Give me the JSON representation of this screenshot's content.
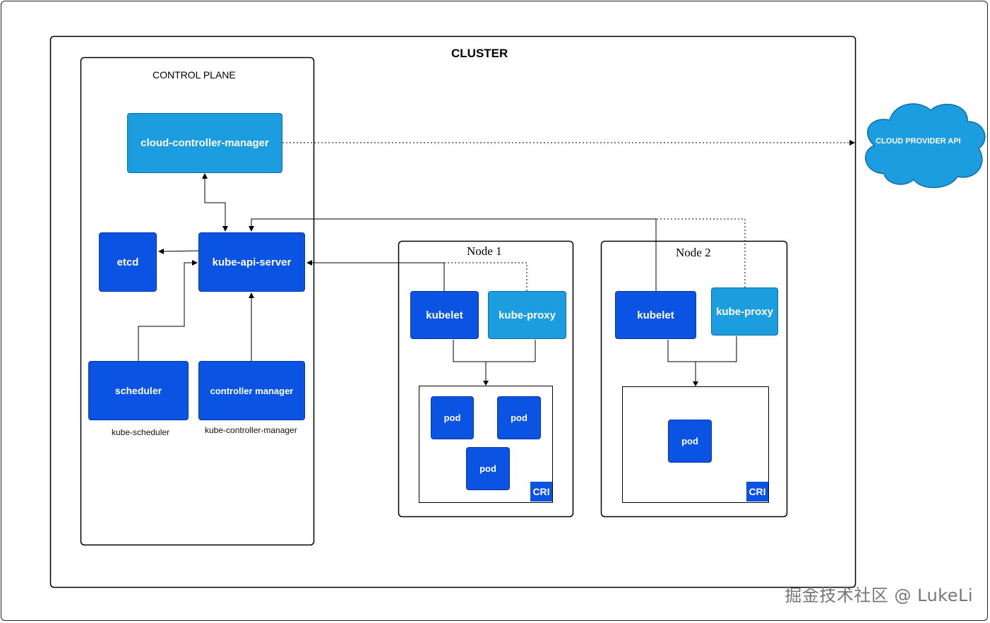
{
  "cluster": {
    "title": "CLUSTER"
  },
  "control_plane": {
    "title": "CONTROL PLANE",
    "cloud_controller_manager": "cloud-controller-manager",
    "etcd": "etcd",
    "kube_api_server": "kube-api-server",
    "scheduler": "scheduler",
    "scheduler_caption": "kube-scheduler",
    "controller_manager": "controller manager",
    "controller_manager_caption": "kube-controller-manager"
  },
  "node1": {
    "title": "Node 1",
    "kubelet": "kubelet",
    "kube_proxy": "kube-proxy",
    "pods": [
      "pod",
      "pod",
      "pod"
    ],
    "cri": "CRI"
  },
  "node2": {
    "title": "Node 2",
    "kubelet": "kubelet",
    "kube_proxy": "kube-proxy",
    "pods": [
      "pod"
    ],
    "cri": "CRI"
  },
  "cloud_provider": {
    "label": "CLOUD PROVIDER API"
  },
  "watermark": "掘金技术社区 @ LukeLi",
  "colors": {
    "dark_blue": "#0a53e3",
    "light_blue": "#1c9de0"
  }
}
